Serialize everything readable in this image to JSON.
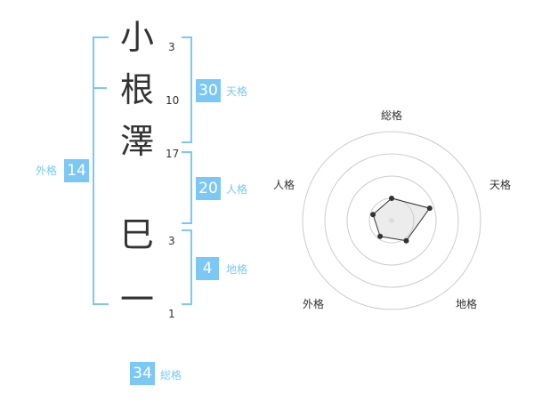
{
  "name_chars": [
    {
      "char": "小",
      "strokes": "3"
    },
    {
      "char": "根",
      "strokes": "10"
    },
    {
      "char": "澤",
      "strokes": "17"
    },
    {
      "char": "巳",
      "strokes": "3"
    },
    {
      "char": "一",
      "strokes": "1"
    }
  ],
  "fortunes": {
    "tenkaku": {
      "value": "30",
      "label": "天格"
    },
    "jinkaku": {
      "value": "20",
      "label": "人格"
    },
    "chikaku": {
      "value": "4",
      "label": "地格"
    },
    "gaikaku": {
      "value": "14",
      "label": "外格"
    },
    "soukaku": {
      "value": "34",
      "label": "総格"
    }
  },
  "colors": {
    "accent": "#7cc8f5",
    "text": "#333333",
    "ring": "#cccccc"
  },
  "chart_data": {
    "type": "radar",
    "axes": [
      "総格",
      "天格",
      "地格",
      "外格",
      "人格"
    ],
    "values": [
      0.25,
      0.45,
      0.28,
      0.22,
      0.22
    ],
    "range": [
      0,
      1
    ],
    "rings": 4
  }
}
